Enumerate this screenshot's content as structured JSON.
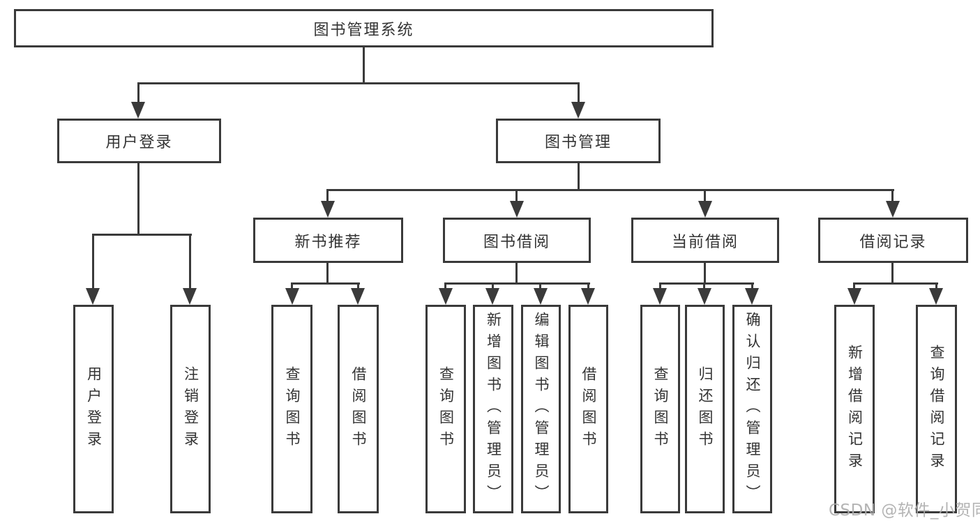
{
  "diagram": {
    "title": "图书管理系统",
    "root": {
      "label": "图书管理系统"
    },
    "branches": [
      {
        "label": "用户登录",
        "children": [
          {
            "label": "用户登录"
          },
          {
            "label": "注销登录"
          }
        ]
      },
      {
        "label": "图书管理",
        "children": [
          {
            "label": "新书推荐",
            "children": [
              {
                "label": "查询图书"
              },
              {
                "label": "借阅图书"
              }
            ]
          },
          {
            "label": "图书借阅",
            "children": [
              {
                "label": "查询图书"
              },
              {
                "label": "新增图书（管理员）"
              },
              {
                "label": "编辑图书（管理员）"
              },
              {
                "label": "借阅图书"
              }
            ]
          },
          {
            "label": "当前借阅",
            "children": [
              {
                "label": "查询图书"
              },
              {
                "label": "归还图书"
              },
              {
                "label": "确认归还（管理员）"
              }
            ]
          },
          {
            "label": "借阅记录",
            "children": [
              {
                "label": "新增借阅记录"
              },
              {
                "label": "查询借阅记录"
              }
            ]
          }
        ]
      }
    ]
  },
  "watermark": {
    "text": "CSDN @软件_小贺同学",
    "color": "#acacac"
  },
  "colors": {
    "line": "#3a3a3a",
    "box_background": "#ffffff",
    "text": "#333333"
  }
}
